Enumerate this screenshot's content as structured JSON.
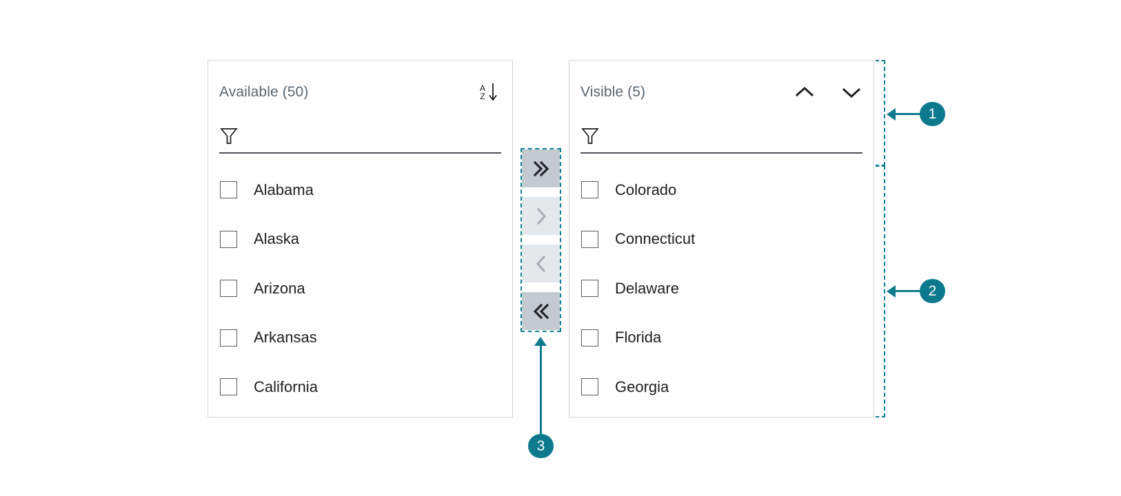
{
  "available_panel": {
    "title": "Available (50)",
    "sort_icon": "sort-az-icon",
    "sort_letters_top": "A",
    "sort_letters_bottom": "Z",
    "filter": {
      "value": "",
      "placeholder": "",
      "icon": "funnel-filter-icon"
    },
    "items": [
      {
        "label": "Alabama",
        "checked": false
      },
      {
        "label": "Alaska",
        "checked": false
      },
      {
        "label": "Arizona",
        "checked": false
      },
      {
        "label": "Arkansas",
        "checked": false
      },
      {
        "label": "California",
        "checked": false
      }
    ]
  },
  "visible_panel": {
    "title": "Visible (5)",
    "move_up_icon": "chevron-up-icon",
    "move_down_icon": "chevron-down-icon",
    "filter": {
      "value": "",
      "placeholder": "",
      "icon": "funnel-filter-icon"
    },
    "items": [
      {
        "label": "Colorado",
        "checked": false
      },
      {
        "label": "Connecticut",
        "checked": false
      },
      {
        "label": "Delaware",
        "checked": false
      },
      {
        "label": "Florida",
        "checked": false
      },
      {
        "label": "Georgia",
        "checked": false
      }
    ]
  },
  "transfer_buttons": [
    {
      "name": "move-all-right-button",
      "icon": "double-chevron-right-icon",
      "glyph": "»",
      "state": "enabled"
    },
    {
      "name": "move-selected-right-button",
      "icon": "chevron-right-icon",
      "glyph": "›",
      "state": "disabled"
    },
    {
      "name": "move-selected-left-button",
      "icon": "chevron-left-icon",
      "glyph": "‹",
      "state": "disabled"
    },
    {
      "name": "move-all-left-button",
      "icon": "double-chevron-left-icon",
      "glyph": "«",
      "state": "enabled"
    }
  ],
  "annotations": [
    {
      "number": "1",
      "target": "visible-panel-header-region"
    },
    {
      "number": "2",
      "target": "visible-panel-list-region"
    },
    {
      "number": "3",
      "target": "transfer-buttons-region"
    }
  ],
  "colors": {
    "accent": "#0c7a8c",
    "dashed_outline": "#0f7f93",
    "panel_border": "#d2d5d9",
    "title_text": "#5a6570",
    "item_text": "#1d1d1d",
    "checkbox_border": "#555c63",
    "button_enabled_bg": "#c4cad0",
    "button_disabled_bg": "#e5e8eb",
    "button_enabled_glyph": "#1f2326",
    "button_disabled_glyph": "#a9afb5",
    "filter_underline": "#4c5257",
    "background": "#ffffff"
  }
}
